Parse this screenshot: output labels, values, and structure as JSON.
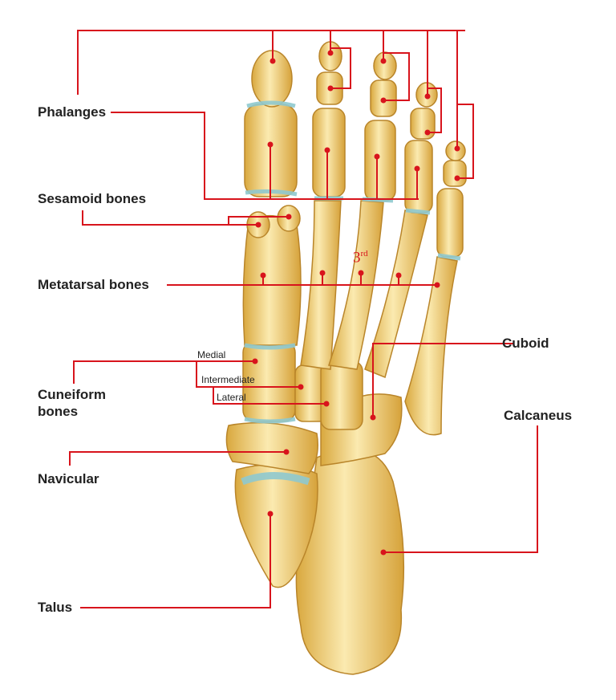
{
  "labels": {
    "phalanges": "Phalanges",
    "sesamoid": "Sesamoid bones",
    "metatarsal": "Metatarsal bones",
    "cuneiform_1": "Cuneiform",
    "cuneiform_2": "bones",
    "navicular": "Navicular",
    "talus": "Talus",
    "cuboid": "Cuboid",
    "calcaneus": "Calcaneus"
  },
  "cuneiform_parts": {
    "medial": "Medial",
    "intermediate": "Intermediate",
    "lateral": "Lateral"
  },
  "third_marker": {
    "number": "3",
    "suffix": "rd"
  },
  "colors": {
    "leader_line": "#d8141c",
    "bone": "#f1d27a",
    "bone_shadow": "#c9952e",
    "cartilage": "#8fc9cf"
  }
}
